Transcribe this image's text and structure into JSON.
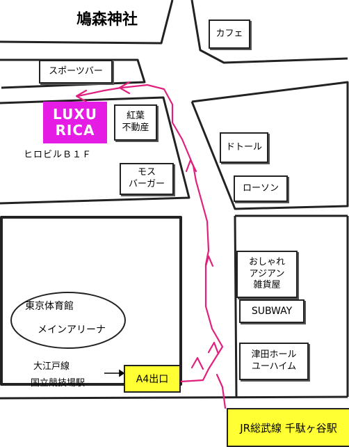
{
  "colors": {
    "route": "#e0207e",
    "highlight_pink": "#e41ce4",
    "highlight_yellow": "#ffff33",
    "ink": "#222222"
  },
  "labels": {
    "shrine": "鳩森神社",
    "cafe": "カフェ",
    "sports_bar": "スポーツバー",
    "luxurica_line1": "LUXU",
    "luxurica_line2": "RICA",
    "hirobiru": "ヒロビルＢ１Ｆ",
    "kouyou_line1": "紅葉",
    "kouyou_line2": "不動産",
    "mos_line1": "モス",
    "mos_line2": "バーガー",
    "doutor": "ドトール",
    "lawson": "ローソン",
    "asian_line1": "おしゃれ",
    "asian_line2": "アジアン",
    "asian_line3": "雑貨屋",
    "subway": "SUBWAY",
    "gym_line1": "東京体育館",
    "gym_line2": "メインアリーナ",
    "oedo_line1": "大江戸線",
    "oedo_line2": "国立競技場駅",
    "exit": "A4出口",
    "tsuda_line1": "津田ホール",
    "tsuda_line2": "ユーハイム",
    "jr_station": "JR総武線 千駄ヶ谷駅"
  },
  "icons": {
    "pointer": "arrow-right-icon"
  }
}
